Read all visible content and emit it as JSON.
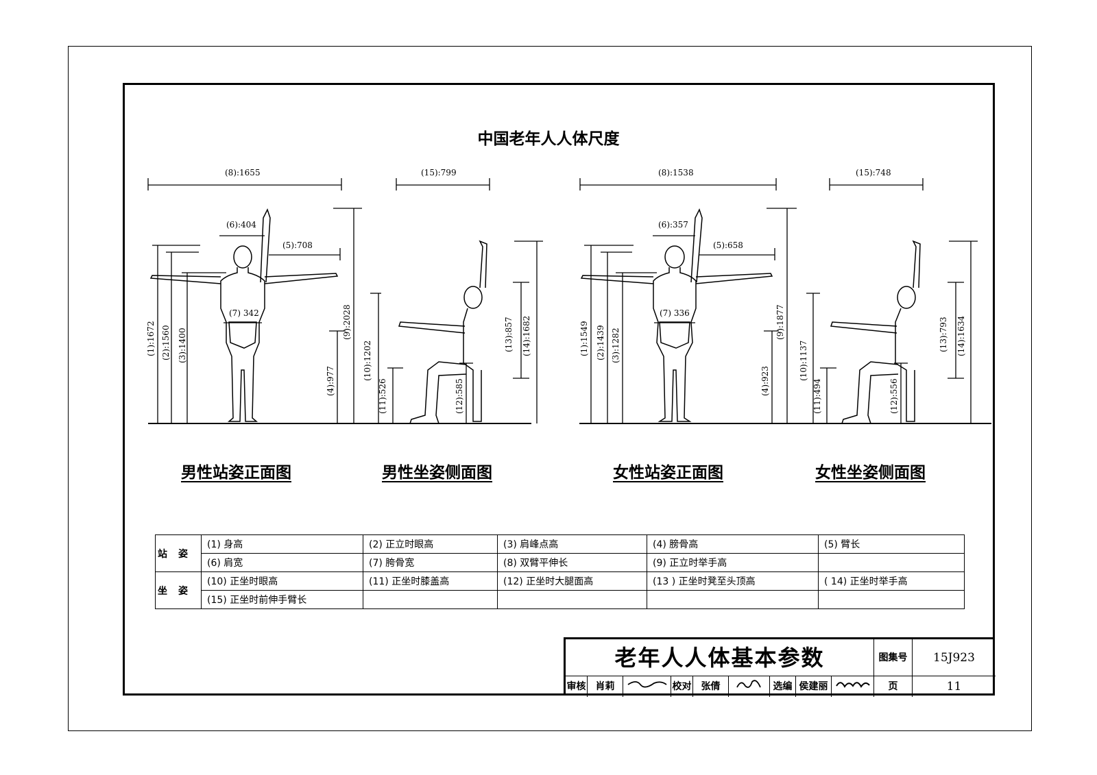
{
  "figure_title": "中国老年人人体尺度",
  "captions": {
    "male_standing": "男性站姿正面图",
    "male_seated": "男性坐姿侧面图",
    "female_standing": "女性站姿正面图",
    "female_seated": "女性坐姿侧面图"
  },
  "dimensions": {
    "male_standing": {
      "d1": "(1):1672",
      "d2": "(2):1560",
      "d3": "(3):1400",
      "d4": "(4):977",
      "d5": "(5):708",
      "d6": "(6):404",
      "d7": "(7) 342",
      "d8": "(8):1655",
      "d9": "(9):2028"
    },
    "male_seated": {
      "d10": "(10):1202",
      "d11": "(11):526",
      "d12": "(12):585",
      "d13": "(13):857",
      "d14": "(14):1682",
      "d15": "(15):799"
    },
    "female_standing": {
      "d1": "(1):1549",
      "d2": "(2):1439",
      "d3": "(3):1282",
      "d4": "(4):923",
      "d5": "(5):658",
      "d6": "(6):357",
      "d7": "(7) 336",
      "d8": "(8):1538",
      "d9": "(9):1877"
    },
    "female_seated": {
      "d10": "(10):1137",
      "d11": "(11):494",
      "d12": "(12):556",
      "d13": "(13):793",
      "d14": "(14):1634",
      "d15": "(15):748"
    }
  },
  "legend": {
    "standing_label": "站姿",
    "seated_label": "坐姿",
    "standing_row1": [
      "(1) 身高",
      "(2) 正立时眼高",
      "(3) 肩峰点高",
      "(4) 膀骨高",
      "(5) 臂长"
    ],
    "standing_row2": [
      "(6) 肩宽",
      "(7) 胯骨宽",
      "(8) 双臂平伸长",
      "(9) 正立时举手高",
      ""
    ],
    "seated_row1": [
      "(10) 正坐时眼高",
      "(11) 正坐时膝盖高",
      "(12) 正坐时大腿面高",
      "(13 ) 正坐时凳至头顶高",
      "( 14) 正坐时举手高"
    ],
    "seated_row2": [
      "(15) 正坐时前伸手臂长",
      "",
      "",
      "",
      ""
    ]
  },
  "title_block": {
    "drawing_title": "老年人人体基本参数",
    "atlas_label": "图集号",
    "atlas_number": "15J923",
    "review_label": "审核",
    "reviewer": "肖莉",
    "check_label": "校对",
    "checker": "张倩",
    "design_label": "选编",
    "designer": "侯建丽",
    "page_label": "页",
    "page_number": "11"
  }
}
